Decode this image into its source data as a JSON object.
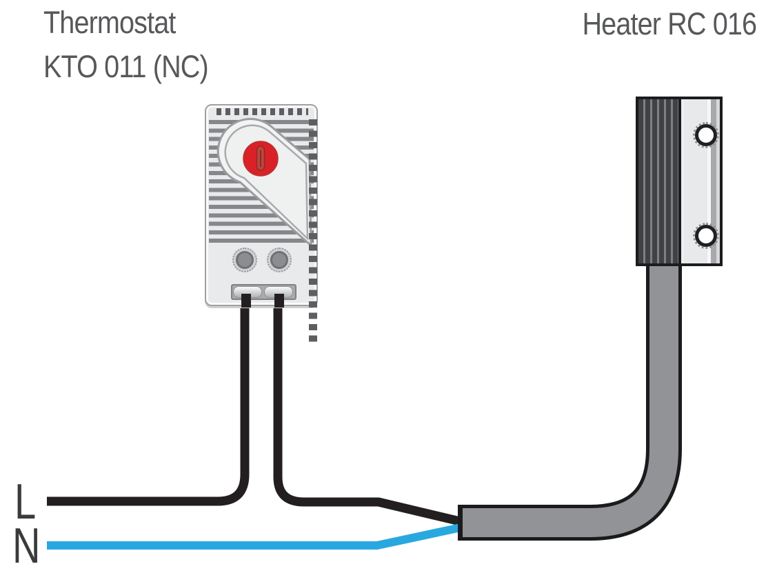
{
  "labels": {
    "thermostat_line1": "Thermostat",
    "thermostat_line2": "KTO 011 (NC)",
    "heater": "Heater RC 016",
    "live": "L",
    "neutral": "N"
  },
  "colors": {
    "live_wire": "#231f20",
    "neutral_wire": "#29a8e0",
    "cable": "#919396",
    "cable_outline": "#1b1b1d",
    "dial_red": "#da2128",
    "title_text": "#57585a"
  }
}
